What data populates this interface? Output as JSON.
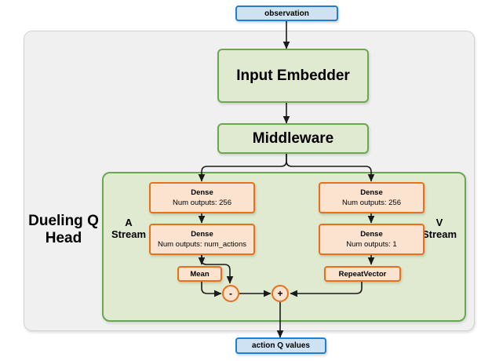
{
  "diagram": {
    "title_label": "Dueling Q Head",
    "colors": {
      "io_fill": "#cfe2f3",
      "io_border": "#1f7fd0",
      "module_fill": "#dfead0",
      "module_border": "#6aa84f",
      "layer_fill": "#fce3cf",
      "layer_border": "#e8701a",
      "outer_frame_fill": "#f0f0f0",
      "arrow": "#1a1a1a"
    },
    "io": {
      "input_label": "observation",
      "output_label": "action Q values"
    },
    "modules": {
      "input_embedder": "Input Embedder",
      "middleware": "Middleware"
    },
    "streams": {
      "advantage": {
        "label_line1": "A",
        "label_line2": "Stream",
        "dense1_title": "Dense",
        "dense1_detail": "Num outputs: 256",
        "dense2_title": "Dense",
        "dense2_detail": "Num outputs: num_actions",
        "mean_label": "Mean"
      },
      "value": {
        "label_line1": "V",
        "label_line2": "Stream",
        "dense1_title": "Dense",
        "dense1_detail": "Num outputs: 256",
        "dense2_title": "Dense",
        "dense2_detail": "Num outputs: 1",
        "repeat_label": "RepeatVector"
      }
    },
    "operators": {
      "subtract": "-",
      "add": "+"
    }
  }
}
